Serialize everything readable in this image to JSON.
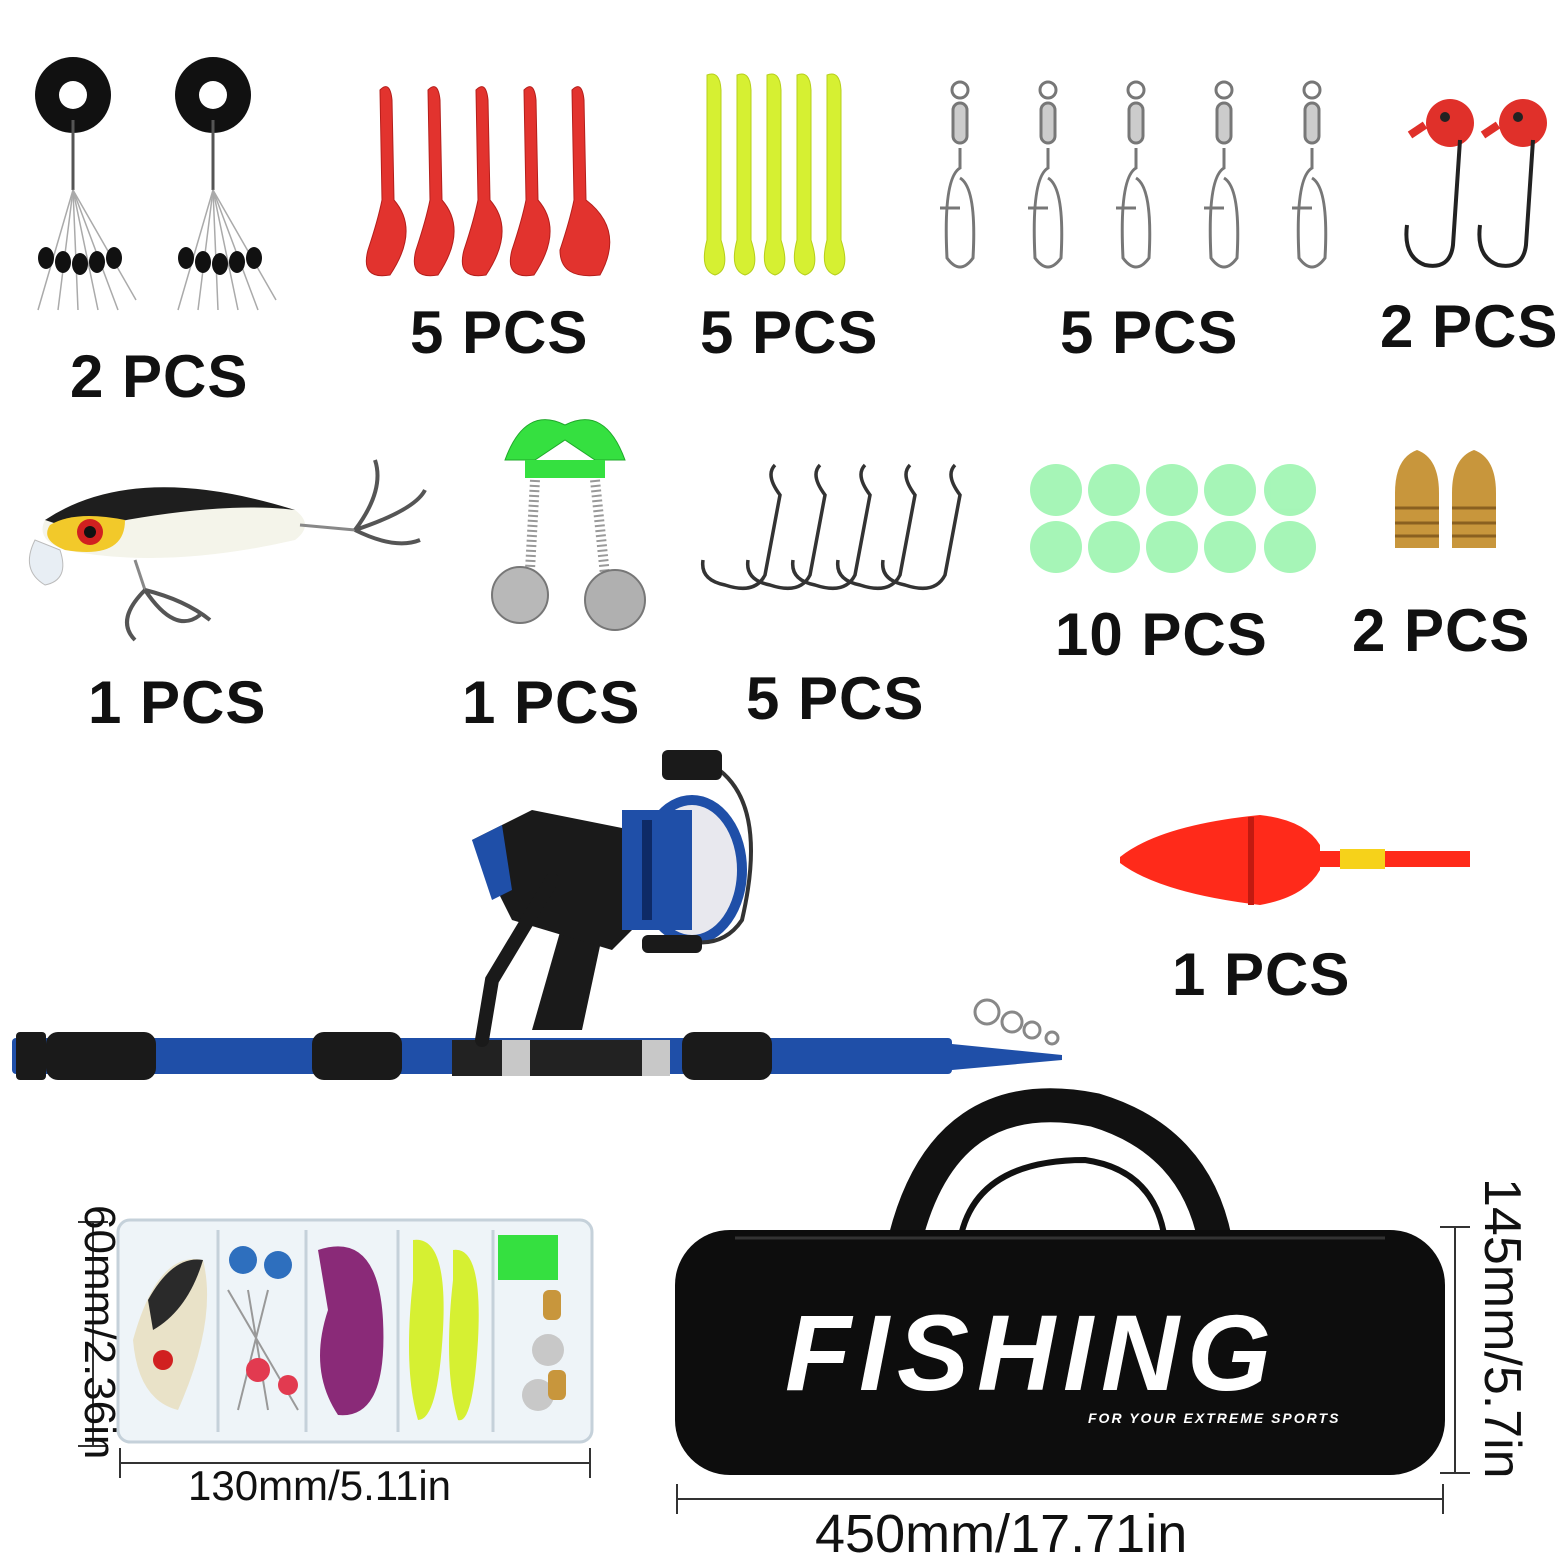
{
  "items": [
    {
      "id": "float-stoppers",
      "qty": "2 PCS"
    },
    {
      "id": "red-grub-worms",
      "qty": "5 PCS"
    },
    {
      "id": "green-paddle-tails",
      "qty": "5 PCS"
    },
    {
      "id": "snap-swivels",
      "qty": "5 PCS"
    },
    {
      "id": "jig-heads",
      "qty": "2 PCS"
    },
    {
      "id": "crankbait-lure",
      "qty": "1 PCS"
    },
    {
      "id": "bite-alarm-bells",
      "qty": "1 PCS"
    },
    {
      "id": "offset-hooks",
      "qty": "5 PCS"
    },
    {
      "id": "glow-beads",
      "qty": "10 PCS"
    },
    {
      "id": "bullet-weights",
      "qty": "2 PCS"
    },
    {
      "id": "red-bobber",
      "qty": "1 PCS"
    }
  ],
  "tackle_box": {
    "height_label": "60mm/2.36in",
    "width_label": "130mm/5.11in"
  },
  "bag": {
    "brand_text": "FISHING",
    "tagline": "FOR YOUR EXTREME SPORTS",
    "height_label": "145mm/5.7in",
    "width_label": "450mm/17.71in"
  },
  "colors": {
    "rod_blue": "#1f4fa8",
    "grub_red": "#e2332e",
    "chartreuse": "#d6f032",
    "glow_green": "#9df5b0",
    "bobber_red": "#ff2a1a",
    "brass": "#c8963c"
  }
}
